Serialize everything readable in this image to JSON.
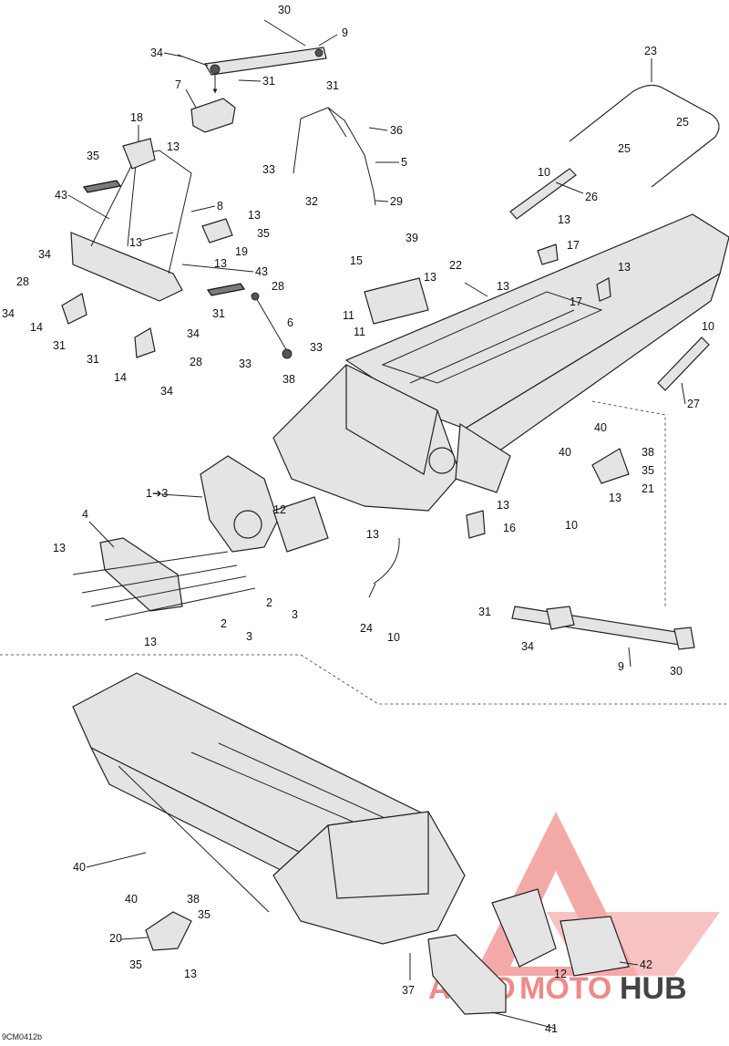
{
  "diagram_code": "9CM0412b",
  "watermark": {
    "prefix": "AUTO",
    "middle": "MOTO",
    "suffix": "HUB",
    "accent_color": "#f08a8a",
    "dark_color": "#444444"
  },
  "callouts": {
    "c30a": "30",
    "c9a": "9",
    "c34a": "34",
    "c31a": "31",
    "c7": "7",
    "c31b": "31",
    "c36": "36",
    "c33a": "33",
    "c5": "5",
    "c32": "32",
    "c29": "29",
    "c23": "23",
    "c25a": "25",
    "c25b": "25",
    "c10a": "10",
    "c26": "26",
    "c18": "18",
    "c35a": "35",
    "c13a": "13",
    "c43a": "43",
    "c8": "8",
    "c13b": "13",
    "c13c": "13",
    "c35b": "35",
    "c19": "19",
    "c13d": "13",
    "c43b": "43",
    "c34b": "34",
    "c28a": "28",
    "c34c": "34",
    "c14a": "14",
    "c31c": "31",
    "c28b": "28",
    "c31d": "31",
    "c6": "6",
    "c33b": "33",
    "c33c": "33",
    "c38a": "38",
    "c34d": "34",
    "c31e": "31",
    "c14b": "14",
    "c28c": "28",
    "c34e": "34",
    "c39": "39",
    "c15": "15",
    "c13e": "13",
    "c22": "22",
    "c13f": "13",
    "c17a": "17",
    "c13g": "13",
    "c11a": "11",
    "c11b": "11",
    "c17b": "17",
    "c13h": "13",
    "c10b": "10",
    "c27": "27",
    "c40a": "40",
    "c40b": "40",
    "c38b": "38",
    "c35c": "35",
    "c21": "21",
    "c13i": "13",
    "c10c": "10",
    "c1to3": "1➔3",
    "c12a": "12",
    "c4": "4",
    "c13j": "13",
    "c13k": "13",
    "c13l": "13",
    "c2a": "2",
    "c3a": "3",
    "c2b": "2",
    "c3b": "3",
    "c13m": "13",
    "c16": "16",
    "c24": "24",
    "c10d": "10",
    "c31f": "31",
    "c34f": "34",
    "c9b": "9",
    "c30b": "30",
    "c40c": "40",
    "c40d": "40",
    "c38c": "38",
    "c35d": "35",
    "c20": "20",
    "c35e": "35",
    "c13n": "13",
    "c37": "37",
    "c12b": "12",
    "c42": "42",
    "c41": "41"
  }
}
